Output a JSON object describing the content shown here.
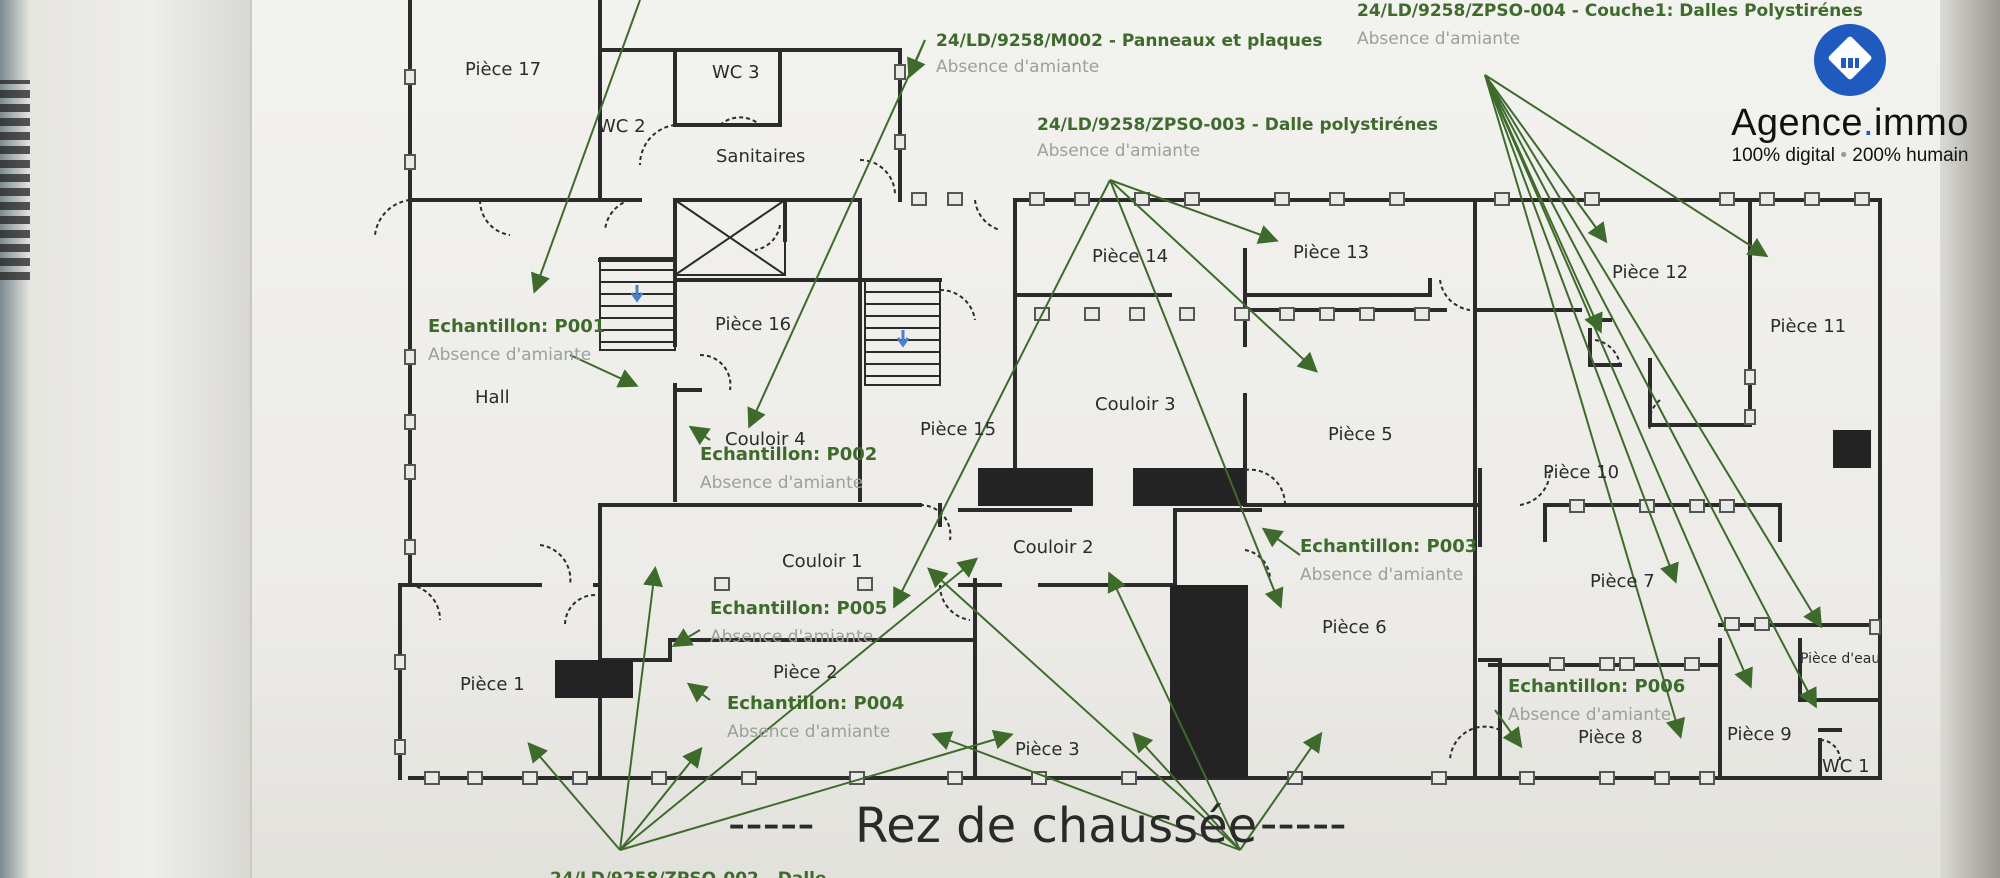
{
  "rooms": {
    "p17": "Pièce 17",
    "wc3": "WC 3",
    "wc2": "WC 2",
    "sanitaires": "Sanitaires",
    "p16": "Pièce 16",
    "hall": "Hall",
    "couloir4": "Couloir 4",
    "p15": "Pièce 15",
    "p14": "Pièce 14",
    "p13": "Pièce 13",
    "p12": "Pièce 12",
    "p11": "Pièce 11",
    "couloir3": "Couloir 3",
    "p5": "Pièce 5",
    "p10": "Pièce 10",
    "couloir1": "Couloir 1",
    "couloir2": "Couloir 2",
    "p7": "Pièce 7",
    "p6": "Pièce 6",
    "p1": "Pièce 1",
    "p2": "Pièce 2",
    "p3": "Pièce 3",
    "p8": "Pièce 8",
    "p9": "Pièce 9",
    "piece_eau": "Pièce d'eau",
    "wc1": "WC 1"
  },
  "samples": {
    "p001": "Echantillon: P001",
    "p002": "Echantillon: P002",
    "p003": "Echantillon: P003",
    "p004": "Echantillon: P004",
    "p005": "Echantillon: P005",
    "p006": "Echantillon: P006",
    "absence": "Absence d'amiante"
  },
  "references": {
    "m002": "24/LD/9258/M002 - Panneaux et plaques",
    "zpso003": "24/LD/9258/ZPSO-003 - Dalle polystirénes",
    "zpso004": "24/LD/9258/ZPSO-004 - Couche1: Dalles Polystirénes",
    "zpso002_partial": "24/LD/9258/ZPSO-002 - Dalle ..."
  },
  "caption": "Rez de chaussée",
  "caption_dashes": "-----",
  "logo": {
    "name_main": "Agence",
    "name_dot": ".",
    "name_tail": "immo",
    "tagline_left": "100% digital",
    "tagline_sep": "•",
    "tagline_right": "200% humain",
    "brand_color": "#1f5bbf"
  },
  "colors": {
    "arrow": "#3e6b2c",
    "wall": "#2b2b2b",
    "label_green": "#3e6b2c",
    "absence_grey": "#9aa09a"
  }
}
